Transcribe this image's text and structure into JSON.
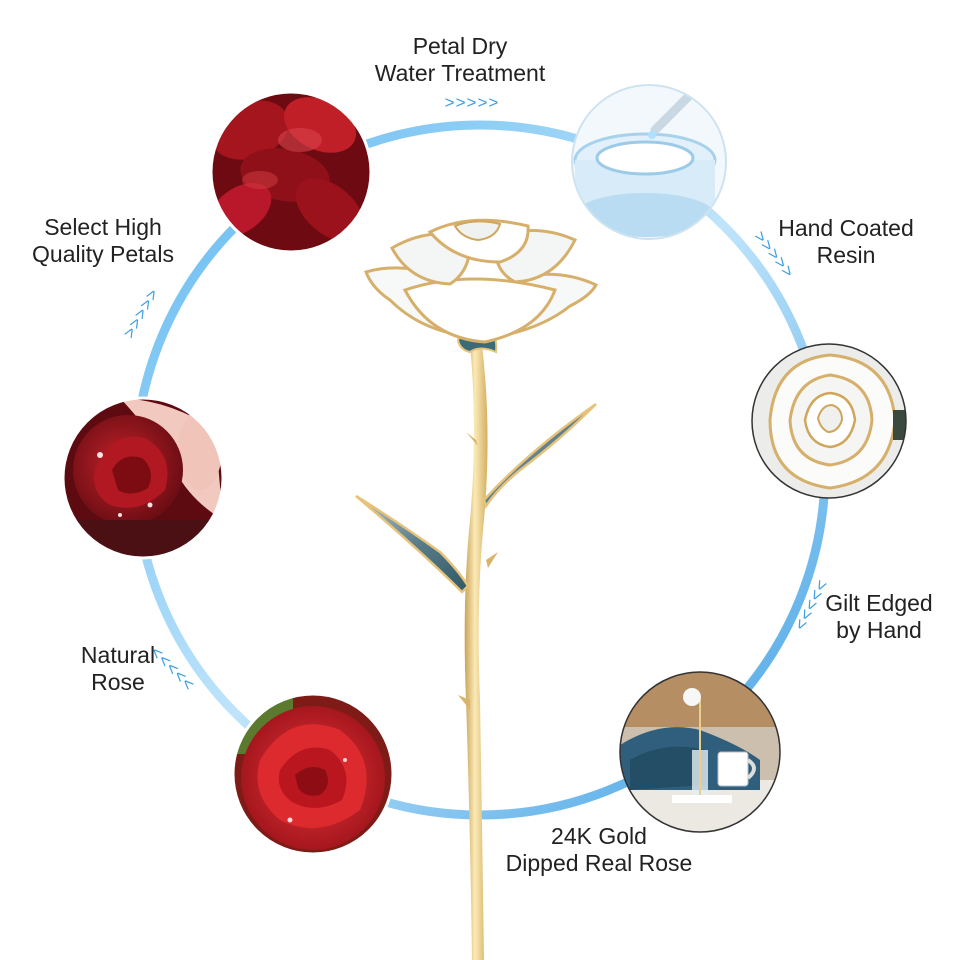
{
  "steps": [
    {
      "id": "select",
      "lines": [
        "Select High",
        "Quality Petals"
      ],
      "icon": "red-petals-photo"
    },
    {
      "id": "dry",
      "lines": [
        "Petal Dry",
        "Water Treatment"
      ],
      "icon": "resin-dish-photo"
    },
    {
      "id": "resin",
      "lines": [
        "Hand Coated",
        "Resin"
      ],
      "icon": "white-rose-closeup-photo"
    },
    {
      "id": "gilt",
      "lines": [
        "Gilt Edged",
        "by Hand"
      ],
      "icon": "rose-in-vase-photo"
    },
    {
      "id": "gold",
      "lines": [
        "24K Gold",
        "Dipped Real Rose"
      ],
      "icon": "red-rose-photo"
    },
    {
      "id": "natural",
      "lines": [
        "Natural",
        "Rose"
      ],
      "icon": "dew-rose-in-hand-photo"
    }
  ],
  "arrow_glyph": ">>>>>",
  "colors": {
    "ring": "#4aa9e9",
    "arrows": "#3d9fe0",
    "gold": "#e6c27a",
    "petal_red": "#b3121d",
    "white_petal": "#f7f8f8",
    "text": "#222222"
  }
}
